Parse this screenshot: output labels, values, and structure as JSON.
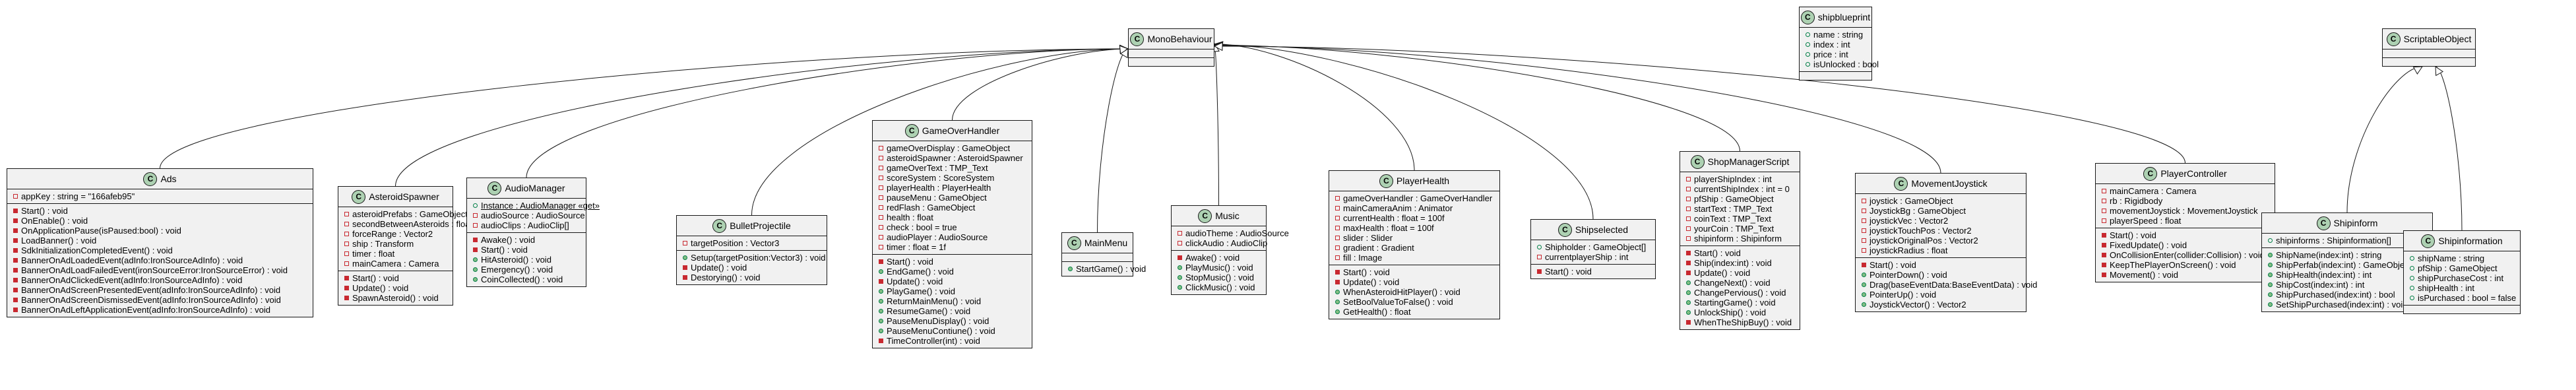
{
  "diagram": {
    "type": "uml-class-diagram",
    "classes": [
      {
        "id": "monobehaviour",
        "name": "MonoBehaviour",
        "badge": "C",
        "fields": [],
        "methods": []
      },
      {
        "id": "shipblueprint",
        "name": "shipblueprint",
        "badge": "C",
        "fields": [
          {
            "vis": "public",
            "text": "name : string"
          },
          {
            "vis": "public",
            "text": "index : int"
          },
          {
            "vis": "public",
            "text": "price : int"
          },
          {
            "vis": "public",
            "text": "isUnlocked : bool"
          }
        ],
        "methods": []
      },
      {
        "id": "scriptableobject",
        "name": "ScriptableObject",
        "badge": "C",
        "fields": [],
        "methods": []
      },
      {
        "id": "ads",
        "name": "Ads",
        "badge": "C",
        "fields": [
          {
            "vis": "private",
            "text": "appKey : string = \"166afeb95\""
          }
        ],
        "methods": [
          {
            "vis": "private",
            "text": "Start() : void"
          },
          {
            "vis": "private",
            "text": "OnEnable() : void"
          },
          {
            "vis": "private",
            "text": "OnApplicationPause(isPaused:bool) : void"
          },
          {
            "vis": "private",
            "text": "LoadBanner() : void"
          },
          {
            "vis": "private",
            "text": "SdkInitializationCompletedEvent() : void"
          },
          {
            "vis": "private",
            "text": "BannerOnAdLoadedEvent(adInfo:IronSourceAdInfo) : void"
          },
          {
            "vis": "private",
            "text": "BannerOnAdLoadFailedEvent(ironSourceError:IronSourceError) : void"
          },
          {
            "vis": "private",
            "text": "BannerOnAdClickedEvent(adInfo:IronSourceAdInfo) : void"
          },
          {
            "vis": "private",
            "text": "BannerOnAdScreenPresentedEvent(adInfo:IronSourceAdInfo) : void"
          },
          {
            "vis": "private",
            "text": "BannerOnAdScreenDismissedEvent(adInfo:IronSourceAdInfo) : void"
          },
          {
            "vis": "private",
            "text": "BannerOnAdLeftApplicationEvent(adInfo:IronSourceAdInfo) : void"
          }
        ]
      },
      {
        "id": "asteroidspawner",
        "name": "AsteroidSpawner",
        "badge": "C",
        "fields": [
          {
            "vis": "private",
            "text": "asteroidPrefabs : GameObject[]"
          },
          {
            "vis": "private",
            "text": "secondBetweenAsteroids : float"
          },
          {
            "vis": "private",
            "text": "forceRange : Vector2"
          },
          {
            "vis": "private",
            "text": "ship : Transform"
          },
          {
            "vis": "private",
            "text": "timer : float"
          },
          {
            "vis": "private",
            "text": "mainCamera : Camera"
          }
        ],
        "methods": [
          {
            "vis": "private",
            "text": "Start() : void"
          },
          {
            "vis": "private",
            "text": "Update() : void"
          },
          {
            "vis": "private",
            "text": "SpawnAsteroid() : void"
          }
        ]
      },
      {
        "id": "audiomanager",
        "name": "AudioManager",
        "badge": "C",
        "fields": [
          {
            "vis": "public",
            "text": "Instance : AudioManager «get»",
            "underline": true
          },
          {
            "vis": "private",
            "text": "audioSource : AudioSource"
          },
          {
            "vis": "private",
            "text": "audioClips : AudioClip[]"
          }
        ],
        "methods": [
          {
            "vis": "private",
            "text": "Awake() : void"
          },
          {
            "vis": "private",
            "text": "Start() : void"
          },
          {
            "vis": "public",
            "text": "HitAsteroid() : void"
          },
          {
            "vis": "public",
            "text": "Emergency() : void"
          },
          {
            "vis": "public",
            "text": "CoinCollected() : void"
          }
        ]
      },
      {
        "id": "bulletprojectile",
        "name": "BulletProjectile",
        "badge": "C",
        "fields": [
          {
            "vis": "private",
            "text": "targetPosition : Vector3"
          }
        ],
        "methods": [
          {
            "vis": "public",
            "text": "Setup(targetPosition:Vector3) : void"
          },
          {
            "vis": "private",
            "text": "Update() : void"
          },
          {
            "vis": "private",
            "text": "Destorying() : void"
          }
        ]
      },
      {
        "id": "gameoverhandler",
        "name": "GameOverHandler",
        "badge": "C",
        "fields": [
          {
            "vis": "private",
            "text": "gameOverDisplay : GameObject"
          },
          {
            "vis": "private",
            "text": "asteroidSpawner : AsteroidSpawner"
          },
          {
            "vis": "private",
            "text": "gameOverText : TMP_Text"
          },
          {
            "vis": "private",
            "text": "scoreSystem : ScoreSystem"
          },
          {
            "vis": "private",
            "text": "playerHealth : PlayerHealth"
          },
          {
            "vis": "private",
            "text": "pauseMenu : GameObject"
          },
          {
            "vis": "private",
            "text": "redFlash : GameObject"
          },
          {
            "vis": "private",
            "text": "health : float"
          },
          {
            "vis": "private",
            "text": "check : bool = true"
          },
          {
            "vis": "private",
            "text": "audioPlayer : AudioSource"
          },
          {
            "vis": "private",
            "text": "timer : float = 1f"
          }
        ],
        "methods": [
          {
            "vis": "private",
            "text": "Start() : void"
          },
          {
            "vis": "public",
            "text": "EndGame() : void"
          },
          {
            "vis": "private",
            "text": "Update() : void"
          },
          {
            "vis": "public",
            "text": "PlayGame() : void"
          },
          {
            "vis": "public",
            "text": "ReturnMainMenu() : void"
          },
          {
            "vis": "public",
            "text": "ResumeGame() : void"
          },
          {
            "vis": "public",
            "text": "PauseMenuDisplay() : void"
          },
          {
            "vis": "public",
            "text": "PauseMenuContiune() : void"
          },
          {
            "vis": "private",
            "text": "TimeController(int) : void"
          }
        ]
      },
      {
        "id": "mainmenu",
        "name": "MainMenu",
        "badge": "C",
        "fields": [],
        "methods": [
          {
            "vis": "public",
            "text": "StartGame() : void"
          }
        ]
      },
      {
        "id": "music",
        "name": "Music",
        "badge": "C",
        "fields": [
          {
            "vis": "private",
            "text": "audioTheme : AudioSource"
          },
          {
            "vis": "private",
            "text": "clickAudio : AudioClip"
          }
        ],
        "methods": [
          {
            "vis": "private",
            "text": "Awake() : void"
          },
          {
            "vis": "public",
            "text": "PlayMusic() : void"
          },
          {
            "vis": "public",
            "text": "StopMusic() : void"
          },
          {
            "vis": "public",
            "text": "ClickMusic() : void"
          }
        ]
      },
      {
        "id": "playerhealth",
        "name": "PlayerHealth",
        "badge": "C",
        "fields": [
          {
            "vis": "private",
            "text": "gameOverHandler : GameOverHandler"
          },
          {
            "vis": "private",
            "text": "mainCameraAnim : Animator"
          },
          {
            "vis": "private",
            "text": "currentHealth : float = 100f"
          },
          {
            "vis": "private",
            "text": "maxHealth : float = 100f"
          },
          {
            "vis": "private",
            "text": "slider : Slider"
          },
          {
            "vis": "private",
            "text": "gradient : Gradient"
          },
          {
            "vis": "private",
            "text": "fill : Image"
          }
        ],
        "methods": [
          {
            "vis": "private",
            "text": "Start() : void"
          },
          {
            "vis": "private",
            "text": "Update() : void"
          },
          {
            "vis": "public",
            "text": "WhenAsteroidHitPlayer() : void"
          },
          {
            "vis": "public",
            "text": "SetBoolValueToFalse() : void"
          },
          {
            "vis": "public",
            "text": "GetHealth() : float"
          }
        ]
      },
      {
        "id": "shipselected",
        "name": "Shipselected",
        "badge": "C",
        "fields": [
          {
            "vis": "public",
            "text": "Shipholder : GameObject[]"
          },
          {
            "vis": "private",
            "text": "currentplayerShip : int"
          }
        ],
        "methods": [
          {
            "vis": "private",
            "text": "Start() : void"
          }
        ]
      },
      {
        "id": "shopmanagerscript",
        "name": "ShopManagerScript",
        "badge": "C",
        "fields": [
          {
            "vis": "private",
            "text": "playerShipIndex : int"
          },
          {
            "vis": "private",
            "text": "currentShipIndex : int = 0"
          },
          {
            "vis": "private",
            "text": "pfShip : GameObject"
          },
          {
            "vis": "private",
            "text": "startText : TMP_Text"
          },
          {
            "vis": "private",
            "text": "coinText : TMP_Text"
          },
          {
            "vis": "private",
            "text": "yourCoin : TMP_Text"
          },
          {
            "vis": "private",
            "text": "shipinform : Shipinform"
          }
        ],
        "methods": [
          {
            "vis": "private",
            "text": "Start() : void"
          },
          {
            "vis": "private",
            "text": "Ship(index:int) : void"
          },
          {
            "vis": "private",
            "text": "Update() : void"
          },
          {
            "vis": "public",
            "text": "ChangeNext() : void"
          },
          {
            "vis": "public",
            "text": "ChangePervious() : void"
          },
          {
            "vis": "public",
            "text": "StartingGame() : void"
          },
          {
            "vis": "public",
            "text": "UnlockShip() : void"
          },
          {
            "vis": "private",
            "text": "WhenTheShipBuy() : void"
          }
        ]
      },
      {
        "id": "movementjoystick",
        "name": "MovementJoystick",
        "badge": "C",
        "fields": [
          {
            "vis": "private",
            "text": "joystick : GameObject"
          },
          {
            "vis": "private",
            "text": "JoystickBg : GameObject"
          },
          {
            "vis": "private",
            "text": "joystickVec : Vector2"
          },
          {
            "vis": "private",
            "text": "joystickTouchPos : Vector2"
          },
          {
            "vis": "private",
            "text": "joystickOriginalPos : Vector2"
          },
          {
            "vis": "private",
            "text": "joystickRadius : float"
          }
        ],
        "methods": [
          {
            "vis": "private",
            "text": "Start() : void"
          },
          {
            "vis": "public",
            "text": "PointerDown() : void"
          },
          {
            "vis": "public",
            "text": "Drag(baseEventData:BaseEventData) : void"
          },
          {
            "vis": "public",
            "text": "PointerUp() : void"
          },
          {
            "vis": "public",
            "text": "JoystickVector() : Vector2"
          }
        ]
      },
      {
        "id": "playercontroller",
        "name": "PlayerController",
        "badge": "C",
        "fields": [
          {
            "vis": "private",
            "text": "mainCamera : Camera"
          },
          {
            "vis": "private",
            "text": "rb : Rigidbody"
          },
          {
            "vis": "private",
            "text": "movementJoystick : MovementJoystick"
          },
          {
            "vis": "private",
            "text": "playerSpeed : float"
          }
        ],
        "methods": [
          {
            "vis": "private",
            "text": "Start() : void"
          },
          {
            "vis": "private",
            "text": "FixedUpdate() : void"
          },
          {
            "vis": "private",
            "text": "OnCollisionEnter(collider:Collision) : void"
          },
          {
            "vis": "private",
            "text": "KeepThePlayerOnScreen() : void"
          },
          {
            "vis": "private",
            "text": "Movement() : void"
          }
        ]
      },
      {
        "id": "shipinform",
        "name": "Shipinform",
        "badge": "C",
        "fields": [
          {
            "vis": "public",
            "text": "shipinforms : Shipinformation[]"
          }
        ],
        "methods": [
          {
            "vis": "public",
            "text": "ShipName(index:int) : string"
          },
          {
            "vis": "public",
            "text": "ShipPerfab(index:int) : GameObject"
          },
          {
            "vis": "public",
            "text": "ShipHealth(index:int) : int"
          },
          {
            "vis": "public",
            "text": "ShipCost(index:int) : int"
          },
          {
            "vis": "public",
            "text": "ShipPurchased(index:int) : bool"
          },
          {
            "vis": "public",
            "text": "SetShipPurchased(index:int) : void"
          }
        ]
      },
      {
        "id": "shipinformation",
        "name": "Shipinformation",
        "badge": "C",
        "fields": [
          {
            "vis": "public",
            "text": "shipName : string"
          },
          {
            "vis": "public",
            "text": "pfShip : GameObject"
          },
          {
            "vis": "public",
            "text": "shipPurchaseCost : int"
          },
          {
            "vis": "public",
            "text": "shipHealth : int"
          },
          {
            "vis": "public",
            "text": "isPurchased : bool = false"
          }
        ],
        "methods": []
      }
    ],
    "edges": [
      {
        "from": "ads",
        "to": "monobehaviour",
        "kind": "generalization"
      },
      {
        "from": "asteroidspawner",
        "to": "monobehaviour",
        "kind": "generalization"
      },
      {
        "from": "audiomanager",
        "to": "monobehaviour",
        "kind": "generalization"
      },
      {
        "from": "bulletprojectile",
        "to": "monobehaviour",
        "kind": "generalization"
      },
      {
        "from": "gameoverhandler",
        "to": "monobehaviour",
        "kind": "generalization"
      },
      {
        "from": "mainmenu",
        "to": "monobehaviour",
        "kind": "generalization"
      },
      {
        "from": "music",
        "to": "monobehaviour",
        "kind": "generalization"
      },
      {
        "from": "playerhealth",
        "to": "monobehaviour",
        "kind": "generalization"
      },
      {
        "from": "shipselected",
        "to": "monobehaviour",
        "kind": "generalization"
      },
      {
        "from": "shopmanagerscript",
        "to": "monobehaviour",
        "kind": "generalization"
      },
      {
        "from": "movementjoystick",
        "to": "monobehaviour",
        "kind": "generalization"
      },
      {
        "from": "playercontroller",
        "to": "monobehaviour",
        "kind": "generalization"
      },
      {
        "from": "shipinform",
        "to": "scriptableobject",
        "kind": "generalization"
      },
      {
        "from": "shipinformation",
        "to": "scriptableobject",
        "kind": "generalization"
      }
    ],
    "colors": {
      "box_fill": "#f1f1f1",
      "box_border": "#181818",
      "badge_fill": "#add1b2",
      "private": "#c82930",
      "public_border": "#038048",
      "public_fill": "#84be84",
      "edge": "#181818"
    }
  }
}
